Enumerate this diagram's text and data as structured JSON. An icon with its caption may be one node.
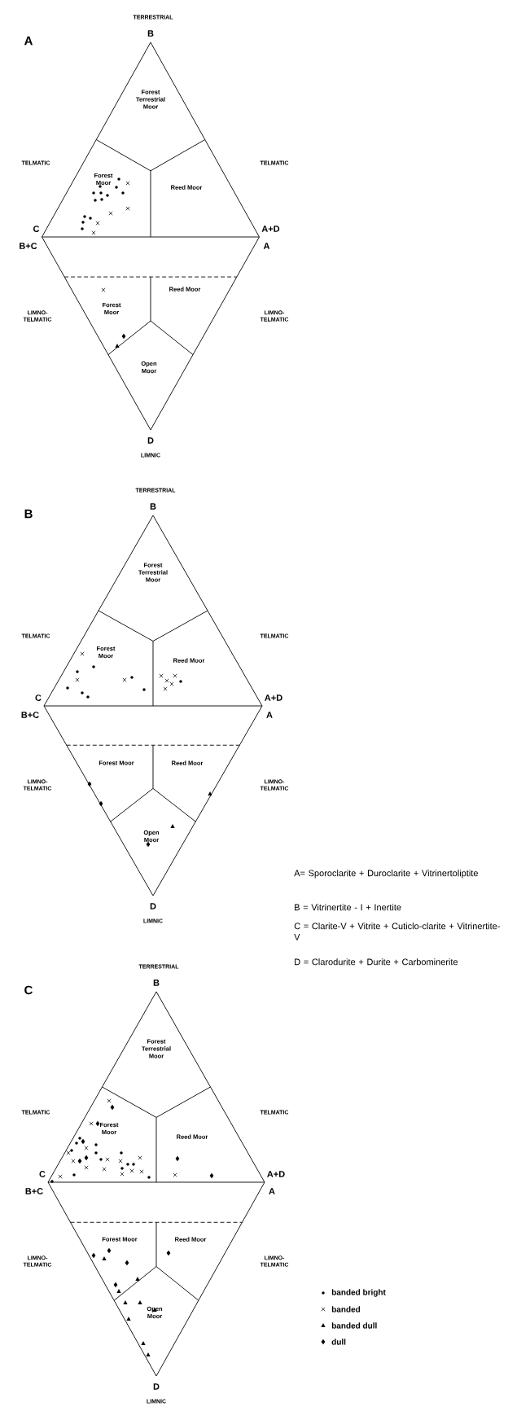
{
  "diagram": {
    "labels": [
      "A",
      "TERRESTRIAL",
      "B",
      "TELMATIC",
      "TELMATIC",
      "Forest Terrestrial Moor",
      "Forest Moor",
      "Reed Moor",
      "C",
      "A+D",
      "B+C",
      "A",
      "LIMNO-TELMATIC",
      "Forest Moor",
      "Reed Moor",
      "LIMNO-TELMATIC",
      "Open Moor",
      "D",
      "LIMNIC",
      "B",
      "TERRESTRIAL",
      "B",
      "TELMATIC",
      "TELMATIC",
      "Forest Terrestrial Moor",
      "Forest Moor",
      "Reed Moor",
      "C",
      "A+D",
      "B+C",
      "A",
      "LIMNO-TELMATIC",
      "Forest Moor",
      "Reed Moor",
      "LIMNO-TELMATIC",
      "Open Moor",
      "D",
      "LIMNIC",
      "A= Sporoclarite + Duroclarite + Vitrinertoliptite",
      "B = Vitrinertite - I + Inertite",
      "C = Clarite-V + Vitrite + Cuticlo-clarite + Vitrinertite-V",
      "D = Clarodurite + Durite + Carbominerite",
      "C",
      "TERRESTRIAL",
      "B",
      "TELMATIC",
      "TELMATIC",
      "Forest Terrestrial Moor",
      "Forest Moor",
      "Reed Moor",
      "C",
      "A+D",
      "B+C",
      "A",
      "LIMNO-TELMATIC",
      "Forest Moor",
      "Reed Moor",
      "LIMNO-TELMATIC",
      "Open Moor",
      "D",
      "LIMNIC"
    ],
    "legend": [
      {
        "text": "banded bright"
      },
      {
        "text": "banded"
      },
      {
        "text": "banded dull"
      },
      {
        "text": "dull"
      }
    ]
  }
}
